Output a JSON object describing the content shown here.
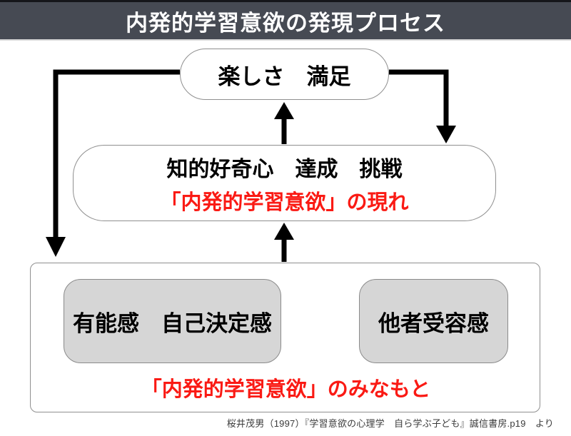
{
  "header": {
    "title": "内発的学習意欲の発現プロセス"
  },
  "diagram": {
    "top_node": {
      "label": "楽しさ　満足"
    },
    "middle_node": {
      "line1": "知的好奇心　達成　挑戦",
      "line2": "「内発的学習意欲」の現れ"
    },
    "bottom_group": {
      "left_node": {
        "label": "有能感　自己決定感"
      },
      "right_node": {
        "label": "他者受容感"
      },
      "caption": "「内発的学習意欲」のみなもと"
    },
    "arrows": [
      {
        "name": "bottom-to-middle",
        "direction": "up"
      },
      {
        "name": "middle-to-top",
        "direction": "up"
      },
      {
        "name": "top-to-bottom-feedback-left",
        "direction": "down"
      },
      {
        "name": "top-to-middle-feedback-right",
        "direction": "down"
      },
      {
        "name": "others-acceptance-to-competence",
        "direction": "left"
      }
    ]
  },
  "footer": {
    "citation": "桜井茂男（1997）『学習意欲の心理学　自ら学ぶ子ども』誠信書房.p19　より"
  },
  "colors": {
    "title_bar_bg": "#464a53",
    "title_text": "#ffffff",
    "accent_red": "#fa1a14",
    "gray_node_bg": "#d6d6d6",
    "node_border": "#8f8f8f",
    "arrow_black": "#000000"
  }
}
